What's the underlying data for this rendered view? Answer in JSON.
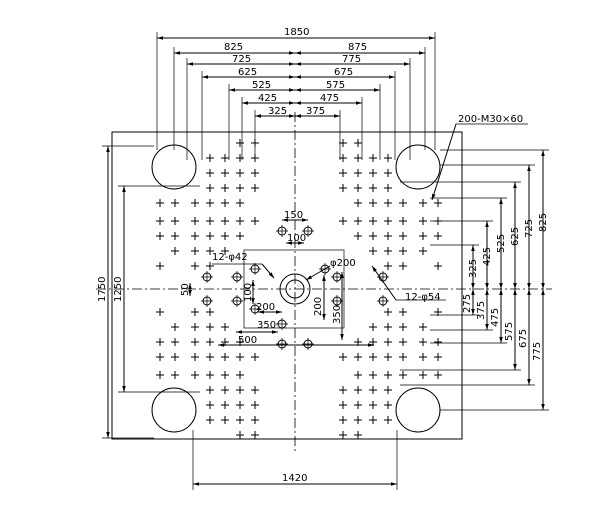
{
  "diagram": {
    "top_dims": [
      "1850",
      "825",
      "875",
      "725",
      "775",
      "625",
      "675",
      "525",
      "575",
      "425",
      "475",
      "325",
      "375"
    ],
    "right_dims": [
      "825",
      "725",
      "625",
      "525",
      "425",
      "325",
      "275",
      "375",
      "475",
      "575",
      "675",
      "775"
    ],
    "left_dims": [
      "1750",
      "1250"
    ],
    "bottom_dim": "1420",
    "callouts": {
      "tapped_holes": "200-M30×60",
      "holes_42": "12-φ42",
      "holes_54": "12-φ54",
      "center_bore": "φ200"
    },
    "center_dims": [
      "150",
      "100",
      "50",
      "100",
      "200",
      "200",
      "350",
      "350",
      "500"
    ]
  }
}
